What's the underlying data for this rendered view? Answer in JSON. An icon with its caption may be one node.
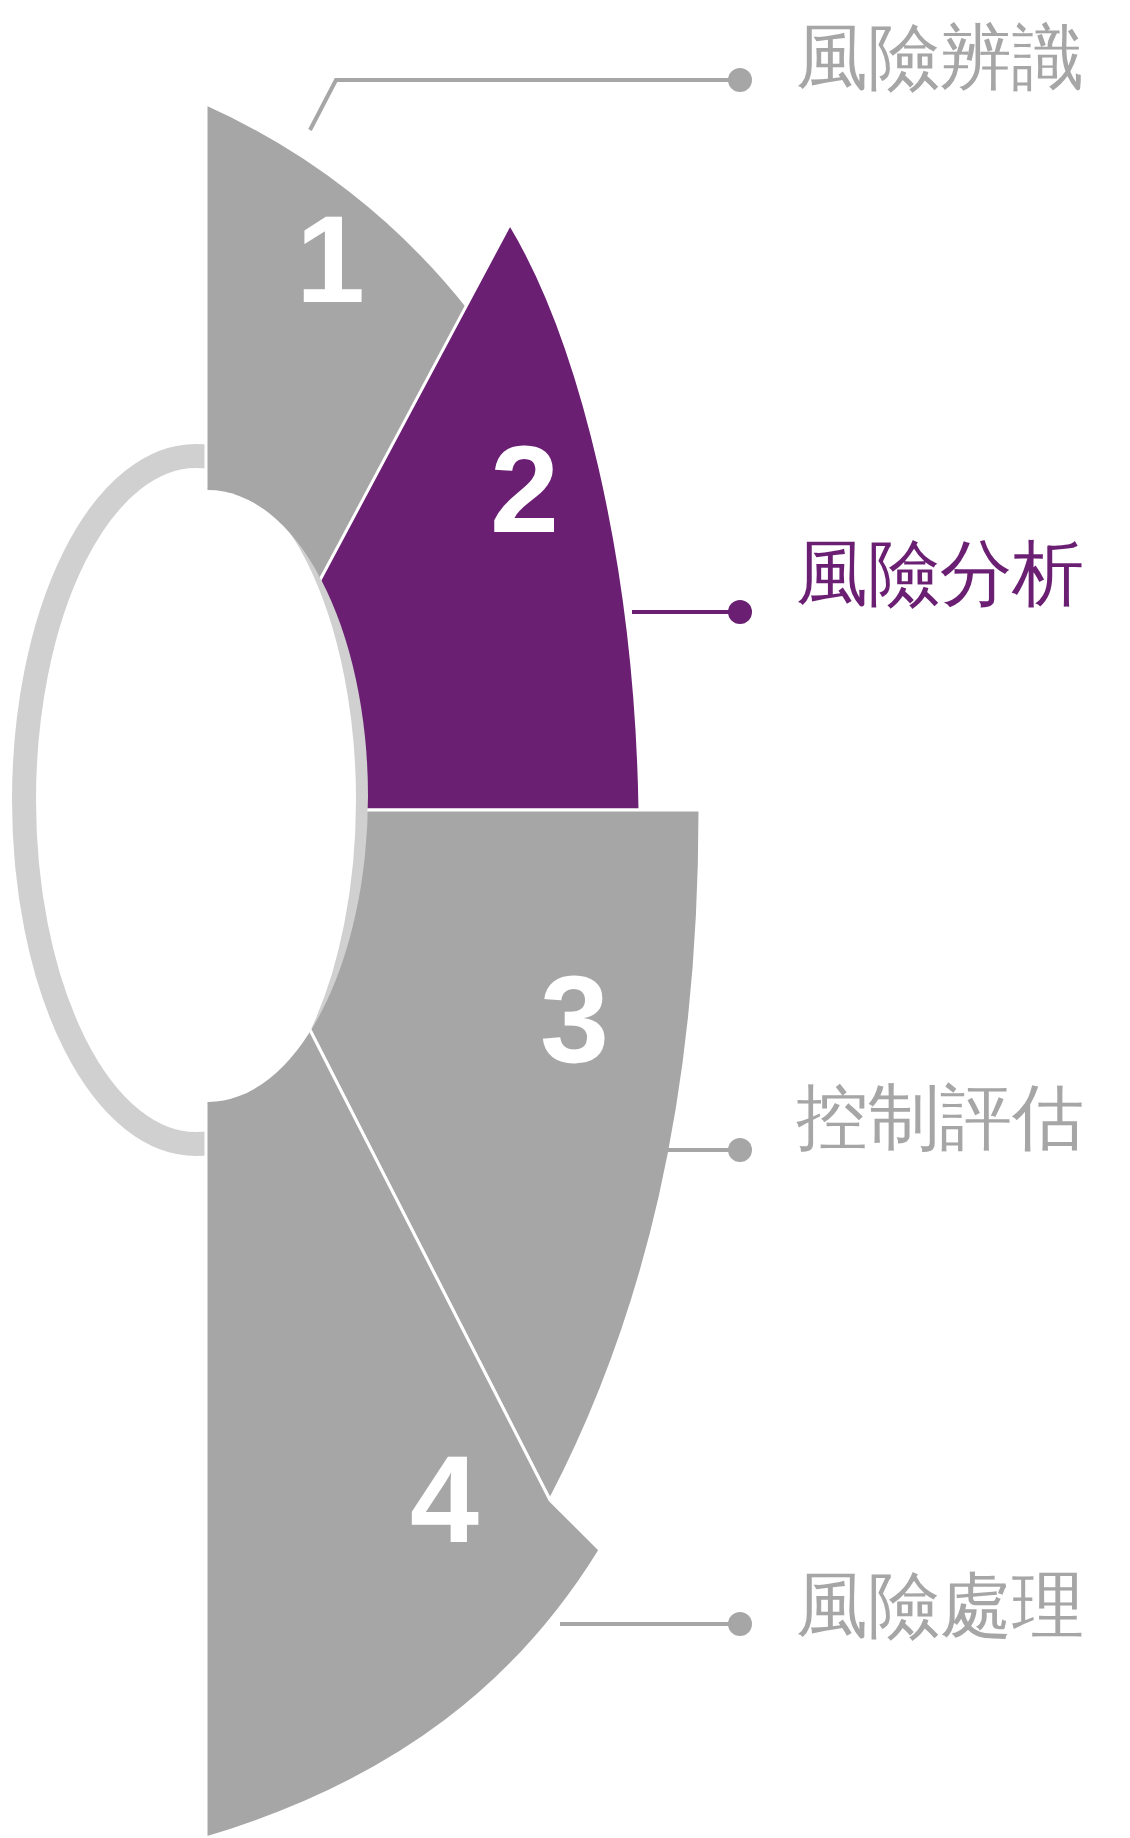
{
  "diagram": {
    "nodes": [
      {
        "text": [
          "1"
        ]
      },
      {
        "text": [
          "2"
        ]
      },
      {
        "text": [
          "3"
        ]
      },
      {
        "text": [
          "4"
        ]
      },
      {
        "text": [
          "風險辨識"
        ]
      },
      {
        "text": [
          "風險分析"
        ]
      },
      {
        "text": [
          "控制評估"
        ]
      },
      {
        "text": [
          "風險處理"
        ]
      }
    ],
    "edges": [
      {
        "from": 4,
        "to": 0,
        "arrow": "other"
      },
      {
        "from": 5,
        "to": 1,
        "arrow": "other",
        "color": "#6a1f73"
      },
      {
        "from": 6,
        "to": 2,
        "arrow": "other"
      },
      {
        "from": 7,
        "to": 3,
        "arrow": "other"
      }
    ]
  }
}
